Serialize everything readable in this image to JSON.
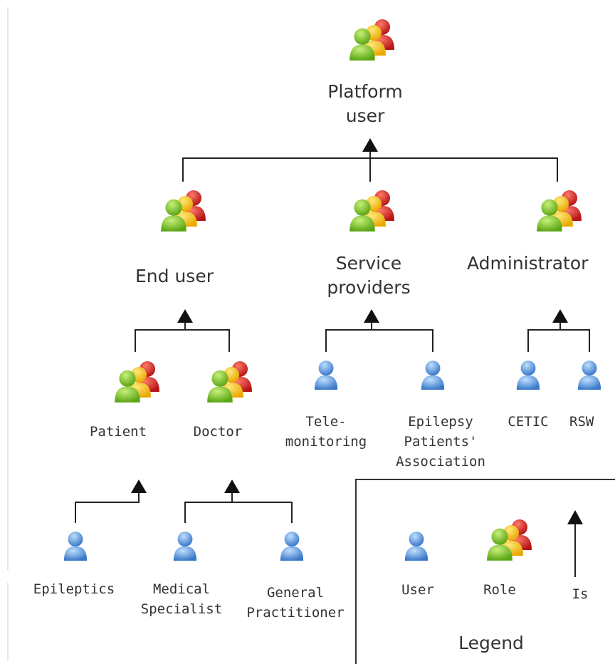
{
  "nodes": {
    "platform_user": "Platform\nuser",
    "end_user": "End user",
    "service_providers": "Service\nproviders",
    "administrator": "Administrator",
    "patient": "Patient",
    "doctor": "Doctor",
    "telemonitoring": "Tele-\nmonitoring",
    "epilepsy_association": "Epilepsy\nPatients'\nAssociation",
    "cetic": "CETIC",
    "rsw": "RSW",
    "epileptics": "Epileptics",
    "medical_specialist": "Medical\nSpecialist",
    "general_practitioner": "General\nPractitioner"
  },
  "legend": {
    "title": "Legend",
    "user_label": "User",
    "role_label": "Role",
    "is_label": "Is"
  },
  "colors": {
    "user_blue": "#4f8fd8",
    "role_green": "#7cc31f",
    "role_yellow": "#f5c30a",
    "role_red": "#d8262a",
    "line": "#222222"
  }
}
